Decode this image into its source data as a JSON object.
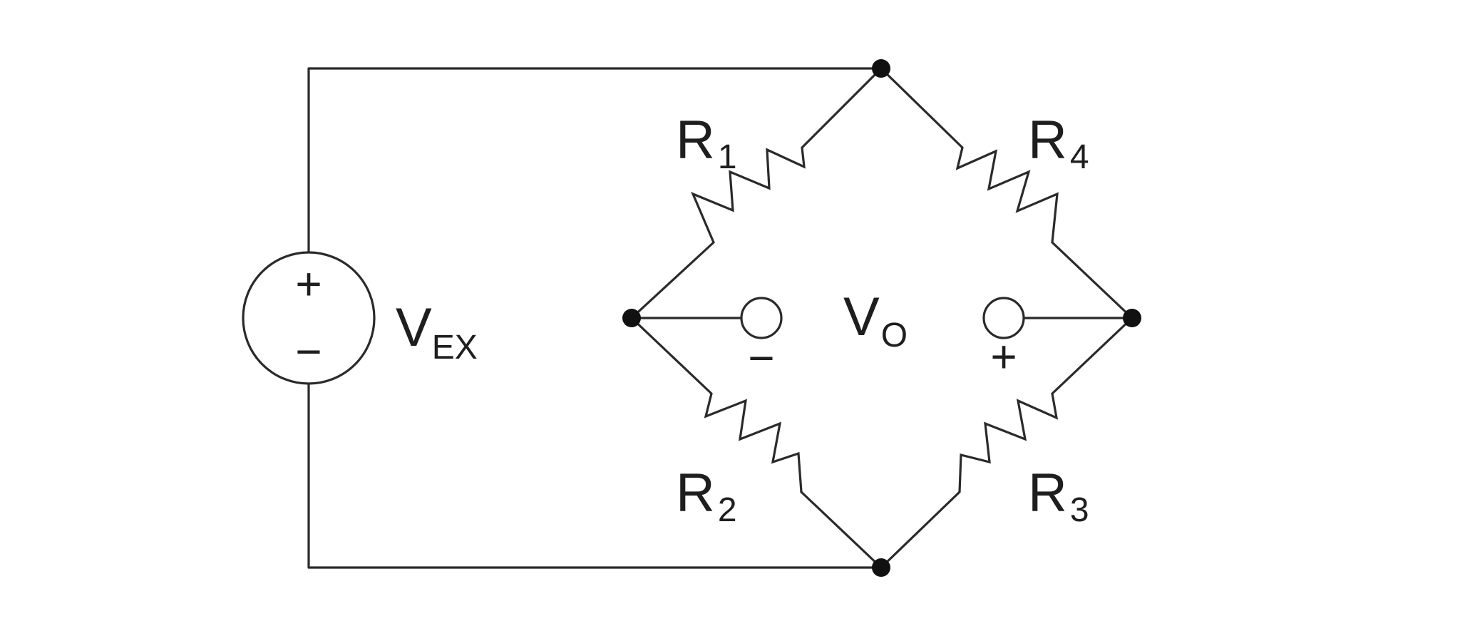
{
  "source": {
    "name": "V",
    "sub": "EX",
    "plus": "+",
    "minus": "−"
  },
  "resistors": {
    "r1": {
      "name": "R",
      "sub": "1"
    },
    "r2": {
      "name": "R",
      "sub": "2"
    },
    "r3": {
      "name": "R",
      "sub": "3"
    },
    "r4": {
      "name": "R",
      "sub": "4"
    }
  },
  "output": {
    "name": "V",
    "sub": "O",
    "minus_terminal": "−",
    "plus_terminal": "+"
  },
  "colors": {
    "line": "#2a2a2a",
    "node": "#111111",
    "background": "#ffffff"
  }
}
